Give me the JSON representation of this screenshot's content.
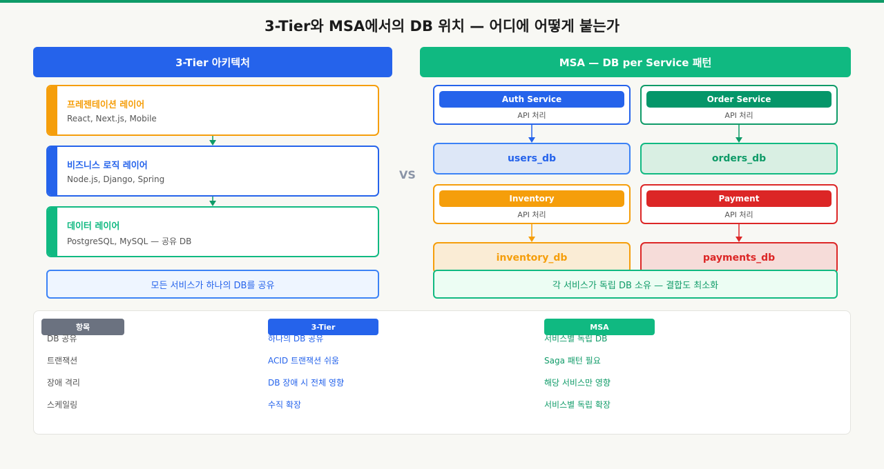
{
  "title": "3-Tier와 MSA에서의 DB 위치 — 어디에 어떻게 붙는가",
  "left": {
    "header": "3-Tier 아키텍처",
    "layers": [
      {
        "title": "프레젠테이션 레이어",
        "sub": "React, Next.js, Mobile"
      },
      {
        "title": "비즈니스 로직 레이어",
        "sub": "Node.js, Django, Spring"
      },
      {
        "title": "데이터 레이어",
        "sub": "PostgreSQL, MySQL — 공유 DB"
      }
    ],
    "note": "모든 서비스가 하나의 DB를 공유"
  },
  "vs": "VS",
  "right": {
    "header": "MSA — DB per Service 패턴",
    "services": [
      {
        "name": "Auth Service",
        "sub": "API 처리",
        "db": "users_db",
        "color": "#2563eb"
      },
      {
        "name": "Order Service",
        "sub": "API 처리",
        "db": "orders_db",
        "color": "#059669"
      },
      {
        "name": "Inventory",
        "sub": "API 처리",
        "db": "inventory_db",
        "color": "#f59e0b"
      },
      {
        "name": "Payment",
        "sub": "API 처리",
        "db": "payments_db",
        "color": "#dc2626"
      }
    ],
    "note": "각 서비스가 독립 DB 소유 — 결합도 최소화"
  },
  "table": {
    "headers": [
      "항목",
      "3-Tier",
      "MSA"
    ],
    "rows": [
      [
        "DB 공유",
        "하나의 DB 공유",
        "서비스별 독립 DB"
      ],
      [
        "트랜잭션",
        "ACID 트랜잭션 쉬움",
        "Saga 패턴 필요"
      ],
      [
        "장애 격리",
        "DB 장애 시 전체 영향",
        "해당 서비스만 영향"
      ],
      [
        "스케일링",
        "수직 확장",
        "서비스별 독립 확장"
      ]
    ]
  },
  "colors": {
    "accent": "#0f9b68",
    "blue": "#2563eb",
    "green": "#10b981",
    "orange": "#f59e0b",
    "red": "#dc2626"
  }
}
